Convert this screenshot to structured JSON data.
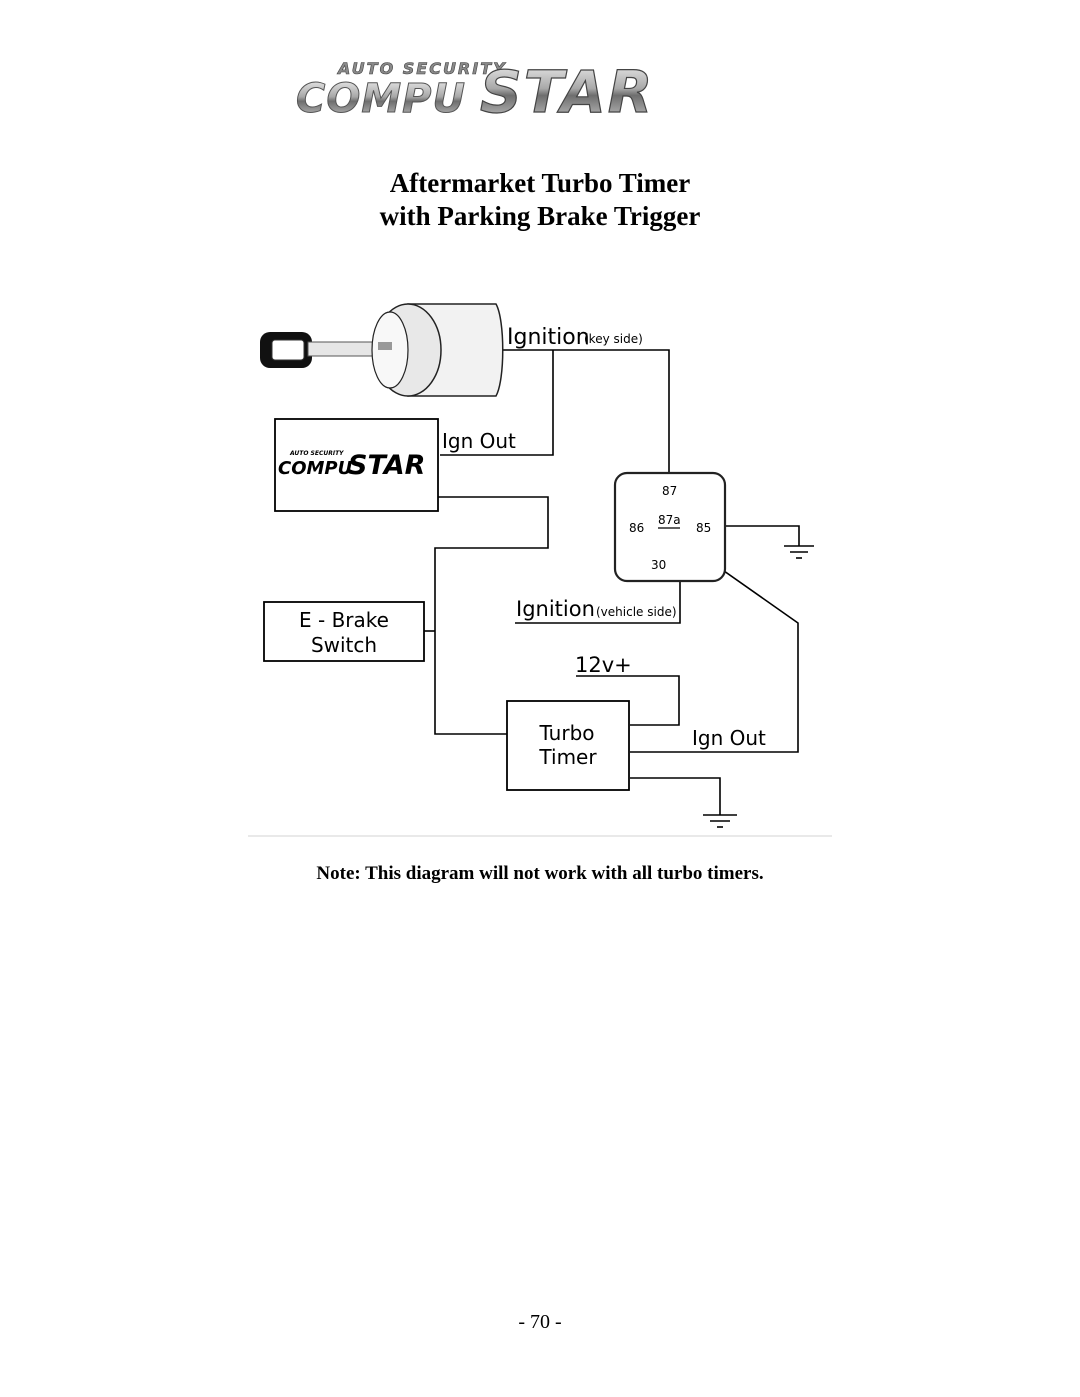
{
  "logo": {
    "tagline": "AUTO SECURITY",
    "brand_left": "COMPU",
    "brand_right": "STAR"
  },
  "title": {
    "line1": "Aftermarket Turbo Timer",
    "line2": "with Parking Brake Trigger"
  },
  "diagram": {
    "ignition_key_label": "Ignition",
    "ignition_key_sub": "(key side)",
    "compustar_tagline": "AUTO SECURITY",
    "compustar_brand_left": "COMPU",
    "compustar_brand_right": "STAR",
    "ign_out_top": "Ign Out",
    "relay_87": "87",
    "relay_87a": "87a",
    "relay_86": "86",
    "relay_85": "85",
    "relay_30": "30",
    "ignition_vehicle_label": "Ignition",
    "ignition_vehicle_sub": "(vehicle side)",
    "ebrake_line1": "E - Brake",
    "ebrake_line2": "Switch",
    "power_label": "12v+",
    "turbo_line1": "Turbo",
    "turbo_line2": "Timer",
    "ign_out_bottom": "Ign Out"
  },
  "note": "Note: This diagram will not work with all turbo timers.",
  "page_number": "- 70 -"
}
